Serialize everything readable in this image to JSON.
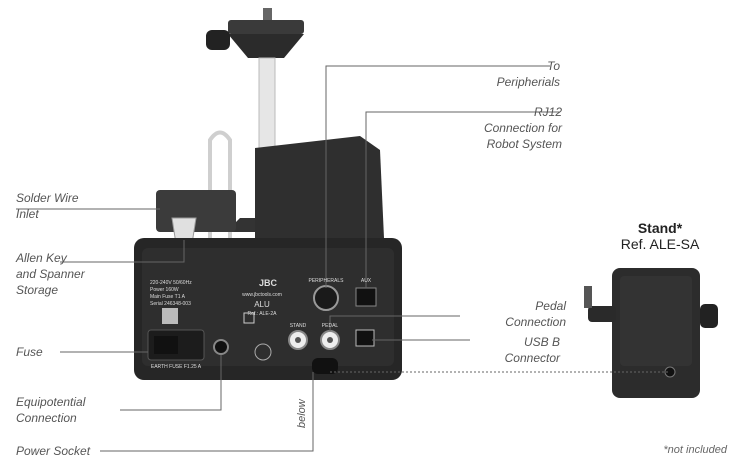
{
  "callouts": {
    "to_peripherals": [
      "To",
      "Peripherials"
    ],
    "rj12": [
      "RJ12",
      "Connection for",
      "Robot System"
    ],
    "solder_wire": [
      "Solder Wire",
      "Inlet"
    ],
    "allen_key": [
      "Allen Key",
      "and Spanner",
      "Storage"
    ],
    "pedal": [
      "Pedal",
      "Connection"
    ],
    "usb": [
      "USB  B",
      "Connector"
    ],
    "fuse": [
      "Fuse"
    ],
    "equipotential": [
      "Equipotential",
      "Connection"
    ],
    "power_socket": [
      "Power Socket"
    ],
    "below": "below"
  },
  "stand": {
    "title": "Stand*",
    "ref": "Ref. ALE-SA"
  },
  "footnote": "*not included",
  "device_labels": {
    "brand": "JBC",
    "url": "www.jbctools.com",
    "model": "ALU",
    "ref": "Ref.: ALE-2A",
    "spec_lines": [
      "220-240V 50/60Hz",
      "Power 160W",
      "Main Fuse T1 A",
      "Serial 246348-003"
    ],
    "peripherals": "PERIPHERALS",
    "aux": "AUX",
    "stand_port": "STAND",
    "pedal_port": "PEDAL",
    "earth_fuse": "EARTH FUSE F1.25 A"
  }
}
